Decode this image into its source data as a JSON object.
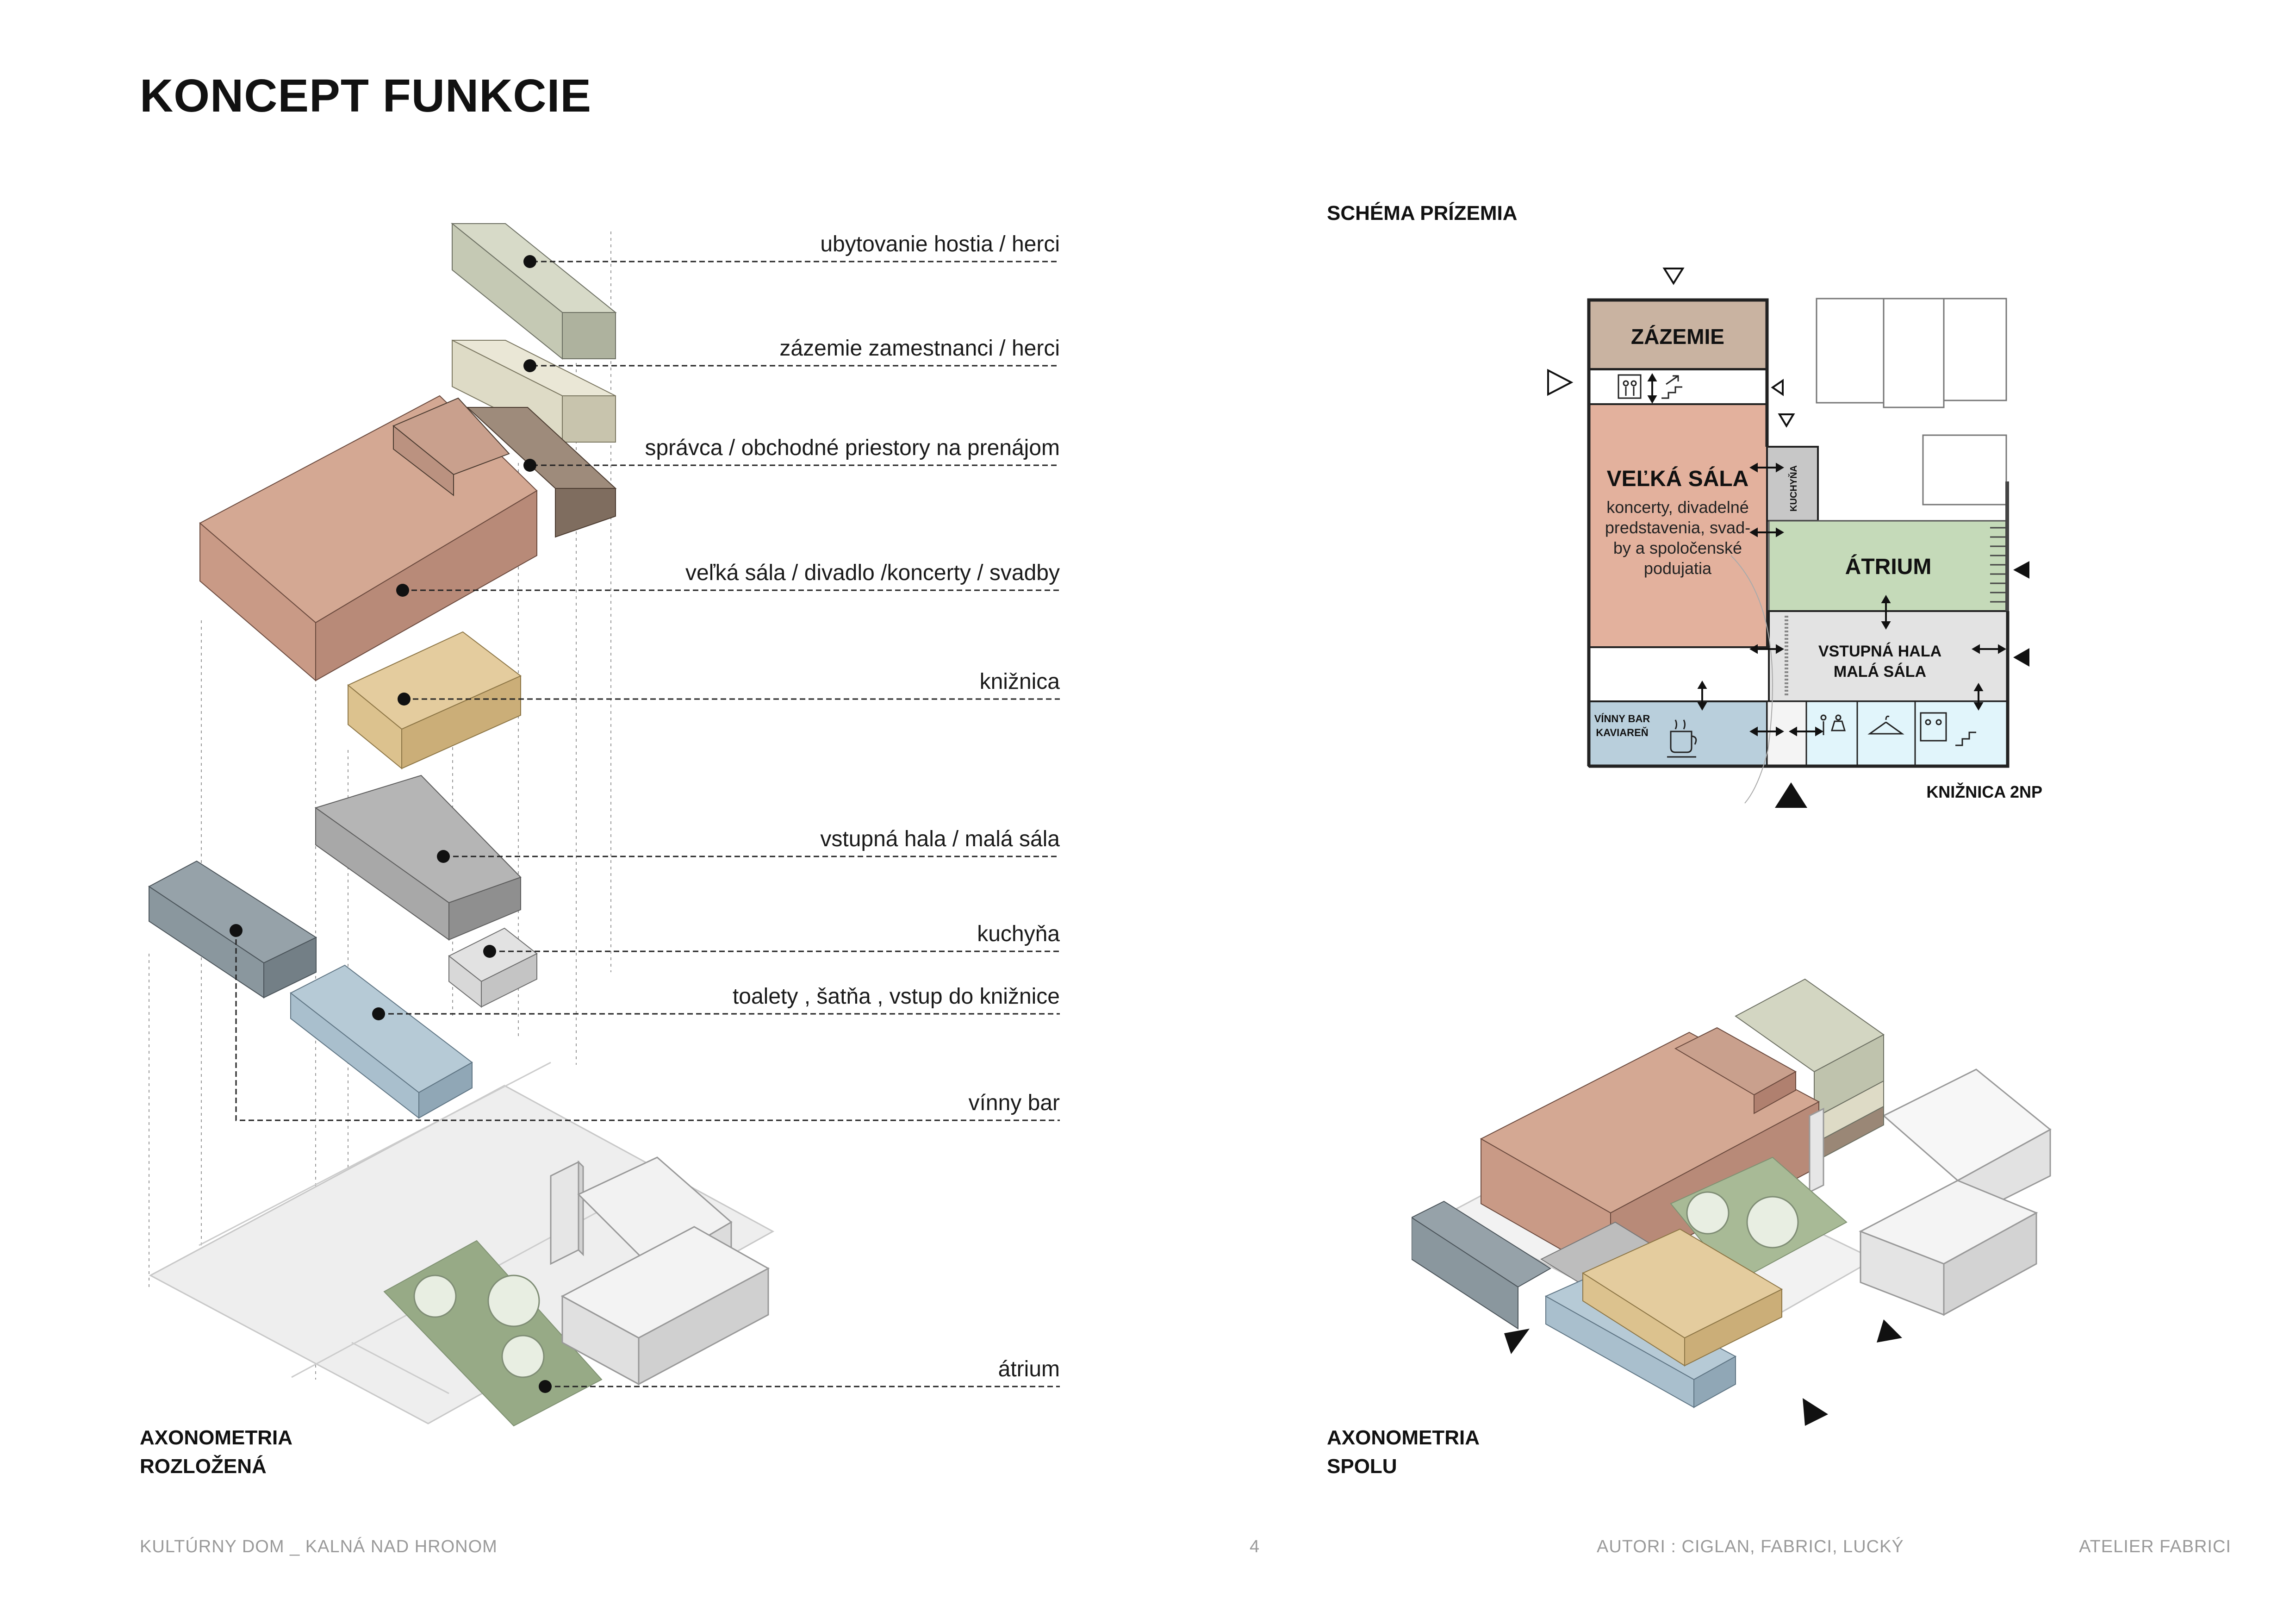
{
  "page": {
    "title": "KONCEPT FUNKCIE",
    "left_section": {
      "line1": "AXONOMETRIA",
      "line2": "ROZLOŽENÁ"
    },
    "right_plan_title": "SCHÉMA PRÍZEMIA",
    "right_axo": {
      "line1": "AXONOMETRIA",
      "line2": "SPOLU"
    }
  },
  "exploded_labels": [
    "ubytovanie hostia / herci",
    "zázemie zamestnanci / herci",
    "správca / obchodné priestory na prenájom",
    "veľká sála / divadlo  /koncerty / svadby",
    "knižnica",
    "vstupná hala / malá sála",
    "kuchyňa",
    "toalety , šatňa , vstup do knižnice",
    "vínny bar",
    "átrium"
  ],
  "plan": {
    "zazemie": "ZÁZEMIE",
    "velka_sala": "VEĽKÁ SÁLA",
    "velka_sala_desc": [
      "koncerty, divadelné",
      "predstavenia, svad-",
      "by a spoločenské",
      "podujatia"
    ],
    "kuchyna": "KUCHYŇA",
    "atrium": "ÁTRIUM",
    "vstupna_hala": [
      "VSTUPNÁ HALA",
      "MALÁ SÁLA"
    ],
    "vinny_bar": [
      "VÍNNY BAR",
      "KAVIAREŇ"
    ],
    "kniznica": "KNIŽNICA 2NP"
  },
  "colors": {
    "accommodation": "#c5c9b4",
    "staff": "#dedbc6",
    "admin": "#9a8776",
    "hall": "#c99a86",
    "library": "#dcc28e",
    "entrance": "#a8a8a8",
    "kitchen": "#d8d8d8",
    "toilets": "#a9bfcd",
    "winebar": "#8a979e",
    "atrium": "#92a682",
    "plan_zazemie": "#c9b3a1",
    "plan_sala": "#e3b19d",
    "plan_atrium": "#c5dab9",
    "plan_hala": "#e3e3e3",
    "plan_bar": "#b9cfdc",
    "plan_service": "#e1f5fb"
  },
  "footer": {
    "left": "KULTÚRNY DOM _ KALNÁ NAD HRONOM",
    "page_number": "4",
    "authors": "AUTORI : CIGLAN, FABRICI, LUCKÝ",
    "studio": "ATELIER FABRICI"
  }
}
